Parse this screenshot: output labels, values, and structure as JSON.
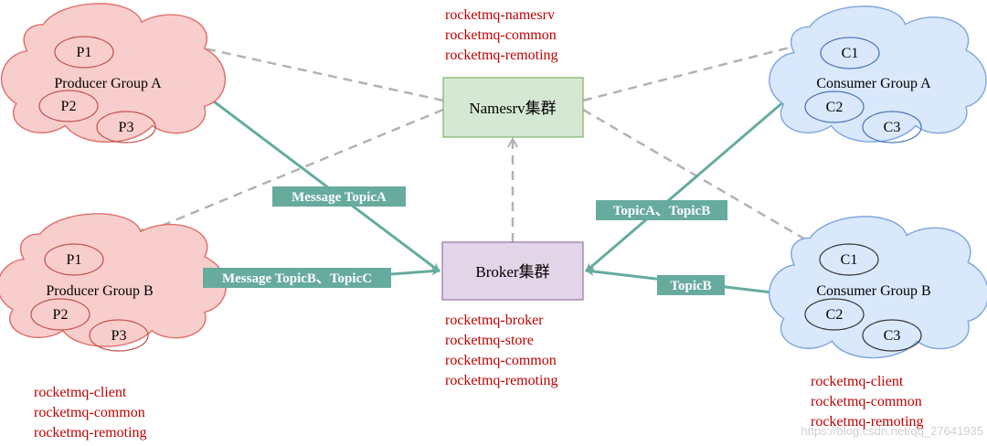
{
  "nodes": {
    "namesrv": {
      "label": "Namesrv集群"
    },
    "broker": {
      "label": "Broker集群"
    },
    "producer_a": {
      "label": "Producer Group A",
      "members": [
        "P1",
        "P2",
        "P3"
      ]
    },
    "producer_b": {
      "label": "Producer Group B",
      "members": [
        "P1",
        "P2",
        "P3"
      ]
    },
    "consumer_a": {
      "label": "Consumer Group A",
      "members": [
        "C1",
        "C2",
        "C3"
      ]
    },
    "consumer_b": {
      "label": "Consumer Group B",
      "members": [
        "C1",
        "C2",
        "C3"
      ]
    }
  },
  "edge_labels": {
    "producer_a_to_broker": "Message TopicA",
    "producer_b_to_broker": "Message TopicB、TopicC",
    "consumer_a_to_broker": "TopicA、TopicB",
    "consumer_b_to_broker": "TopicB"
  },
  "modules": {
    "namesrv": [
      "rocketmq-namesrv",
      "rocketmq-common",
      "rocketmq-remoting"
    ],
    "broker": [
      "rocketmq-broker",
      "rocketmq-store",
      "rocketmq-common",
      "rocketmq-remoting"
    ],
    "producer": [
      "rocketmq-client",
      "rocketmq-common",
      "rocketmq-remoting"
    ],
    "consumer": [
      "rocketmq-client",
      "rocketmq-common",
      "rocketmq-remoting"
    ]
  },
  "watermark": "https://blog.csdn.net/qq_27641935",
  "colors": {
    "producer_fill": "#f8cecc",
    "producer_stroke": "#e0706b",
    "consumer_fill": "#dae8fc",
    "consumer_stroke": "#7ea6e0",
    "namesrv_fill": "#d5e8d4",
    "namesrv_stroke": "#82b366",
    "broker_fill": "#e1d5e7",
    "broker_stroke": "#9673a6",
    "teal": "#67ab9f",
    "dashed": "#b3b3b3",
    "module_text": "#c00000"
  }
}
